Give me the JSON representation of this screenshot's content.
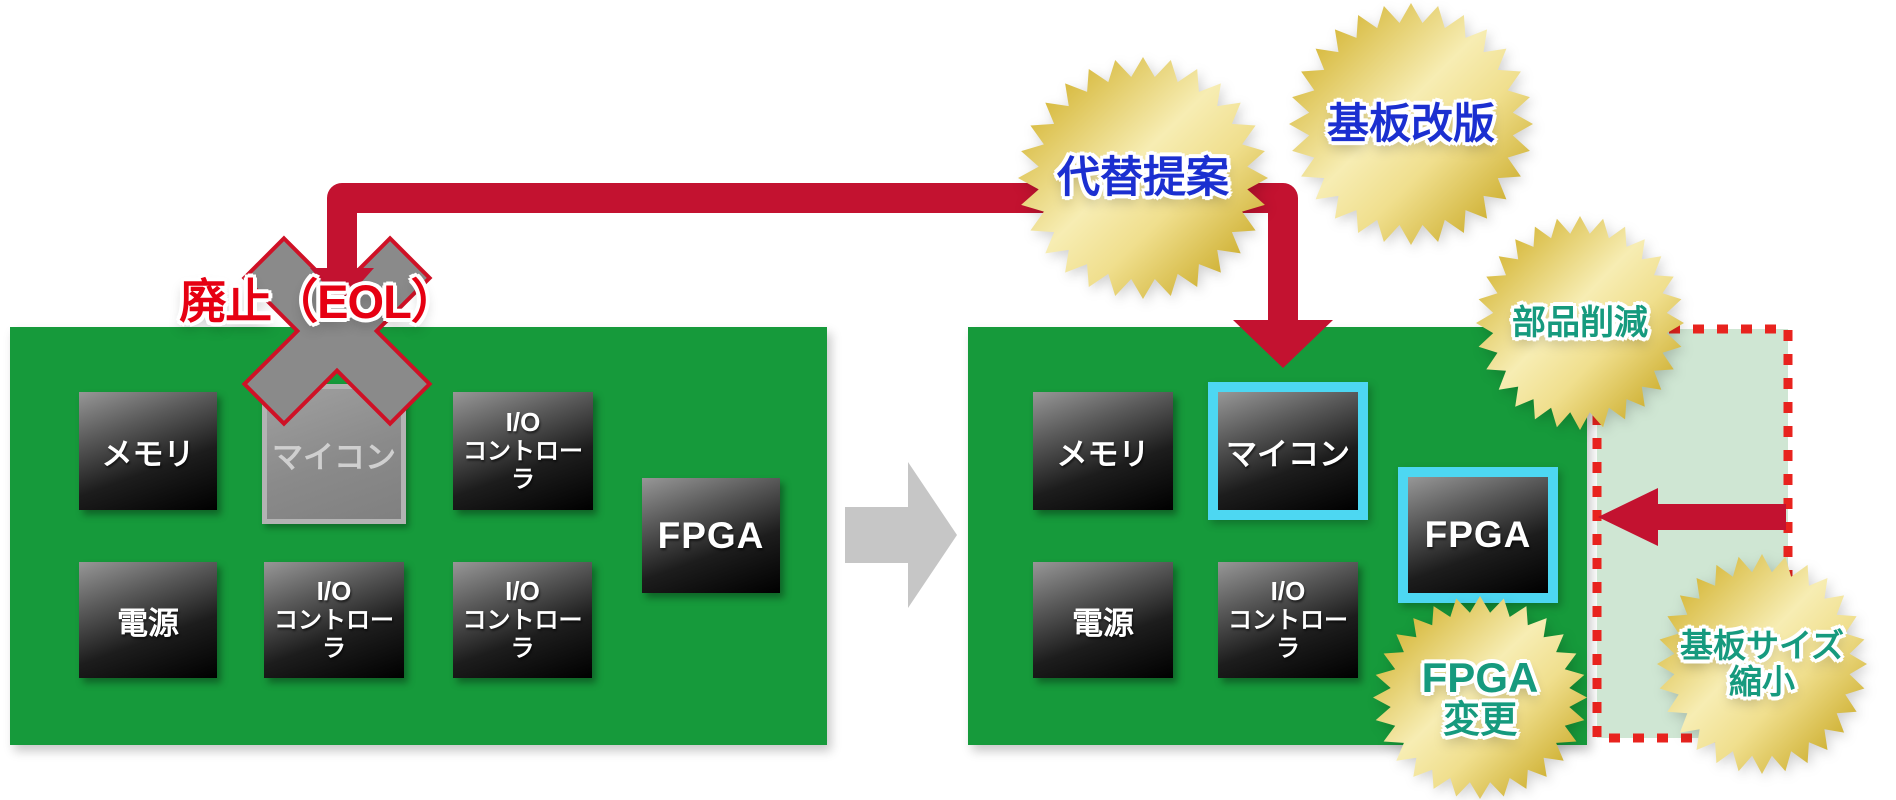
{
  "colors": {
    "board_green": "#169a3b",
    "arrow_red": "#c31230",
    "eol_red": "#e60012",
    "badge_blue": "#1b2fd0",
    "badge_green": "#169a7e",
    "highlight_cyan": "#4dd7f2",
    "reduced_fill": "#cfe6d3",
    "dot_red": "#e8231e",
    "gray": "#8a8a8a",
    "gold_dark": "#bd9803",
    "gold_light": "#f7edb3"
  },
  "left_board": {
    "eol_label": "廃止（EOL）",
    "chips": [
      {
        "label": "メモリ"
      },
      {
        "label": "マイコン"
      },
      {
        "label_line1": "I/O",
        "label_line2": "コントローラ"
      },
      {
        "label": "FPGA"
      },
      {
        "label": "電源"
      },
      {
        "label_line1": "I/O",
        "label_line2": "コントローラ"
      },
      {
        "label_line1": "I/O",
        "label_line2": "コントローラ"
      }
    ]
  },
  "right_board": {
    "chips": [
      {
        "label": "メモリ"
      },
      {
        "label": "マイコン",
        "highlighted": true
      },
      {
        "label": "FPGA",
        "highlighted": true
      },
      {
        "label": "電源"
      },
      {
        "label_line1": "I/O",
        "label_line2": "コントローラ"
      }
    ]
  },
  "badges": {
    "alternative_proposal": {
      "label": "代替提案"
    },
    "board_revision": {
      "label": "基板改版"
    },
    "parts_reduction": {
      "label": "部品削減"
    },
    "fpga_change": {
      "line1": "FPGA",
      "line2": "変更"
    },
    "board_size_reduction": {
      "line1": "基板サイズ",
      "line2": "縮小"
    }
  }
}
